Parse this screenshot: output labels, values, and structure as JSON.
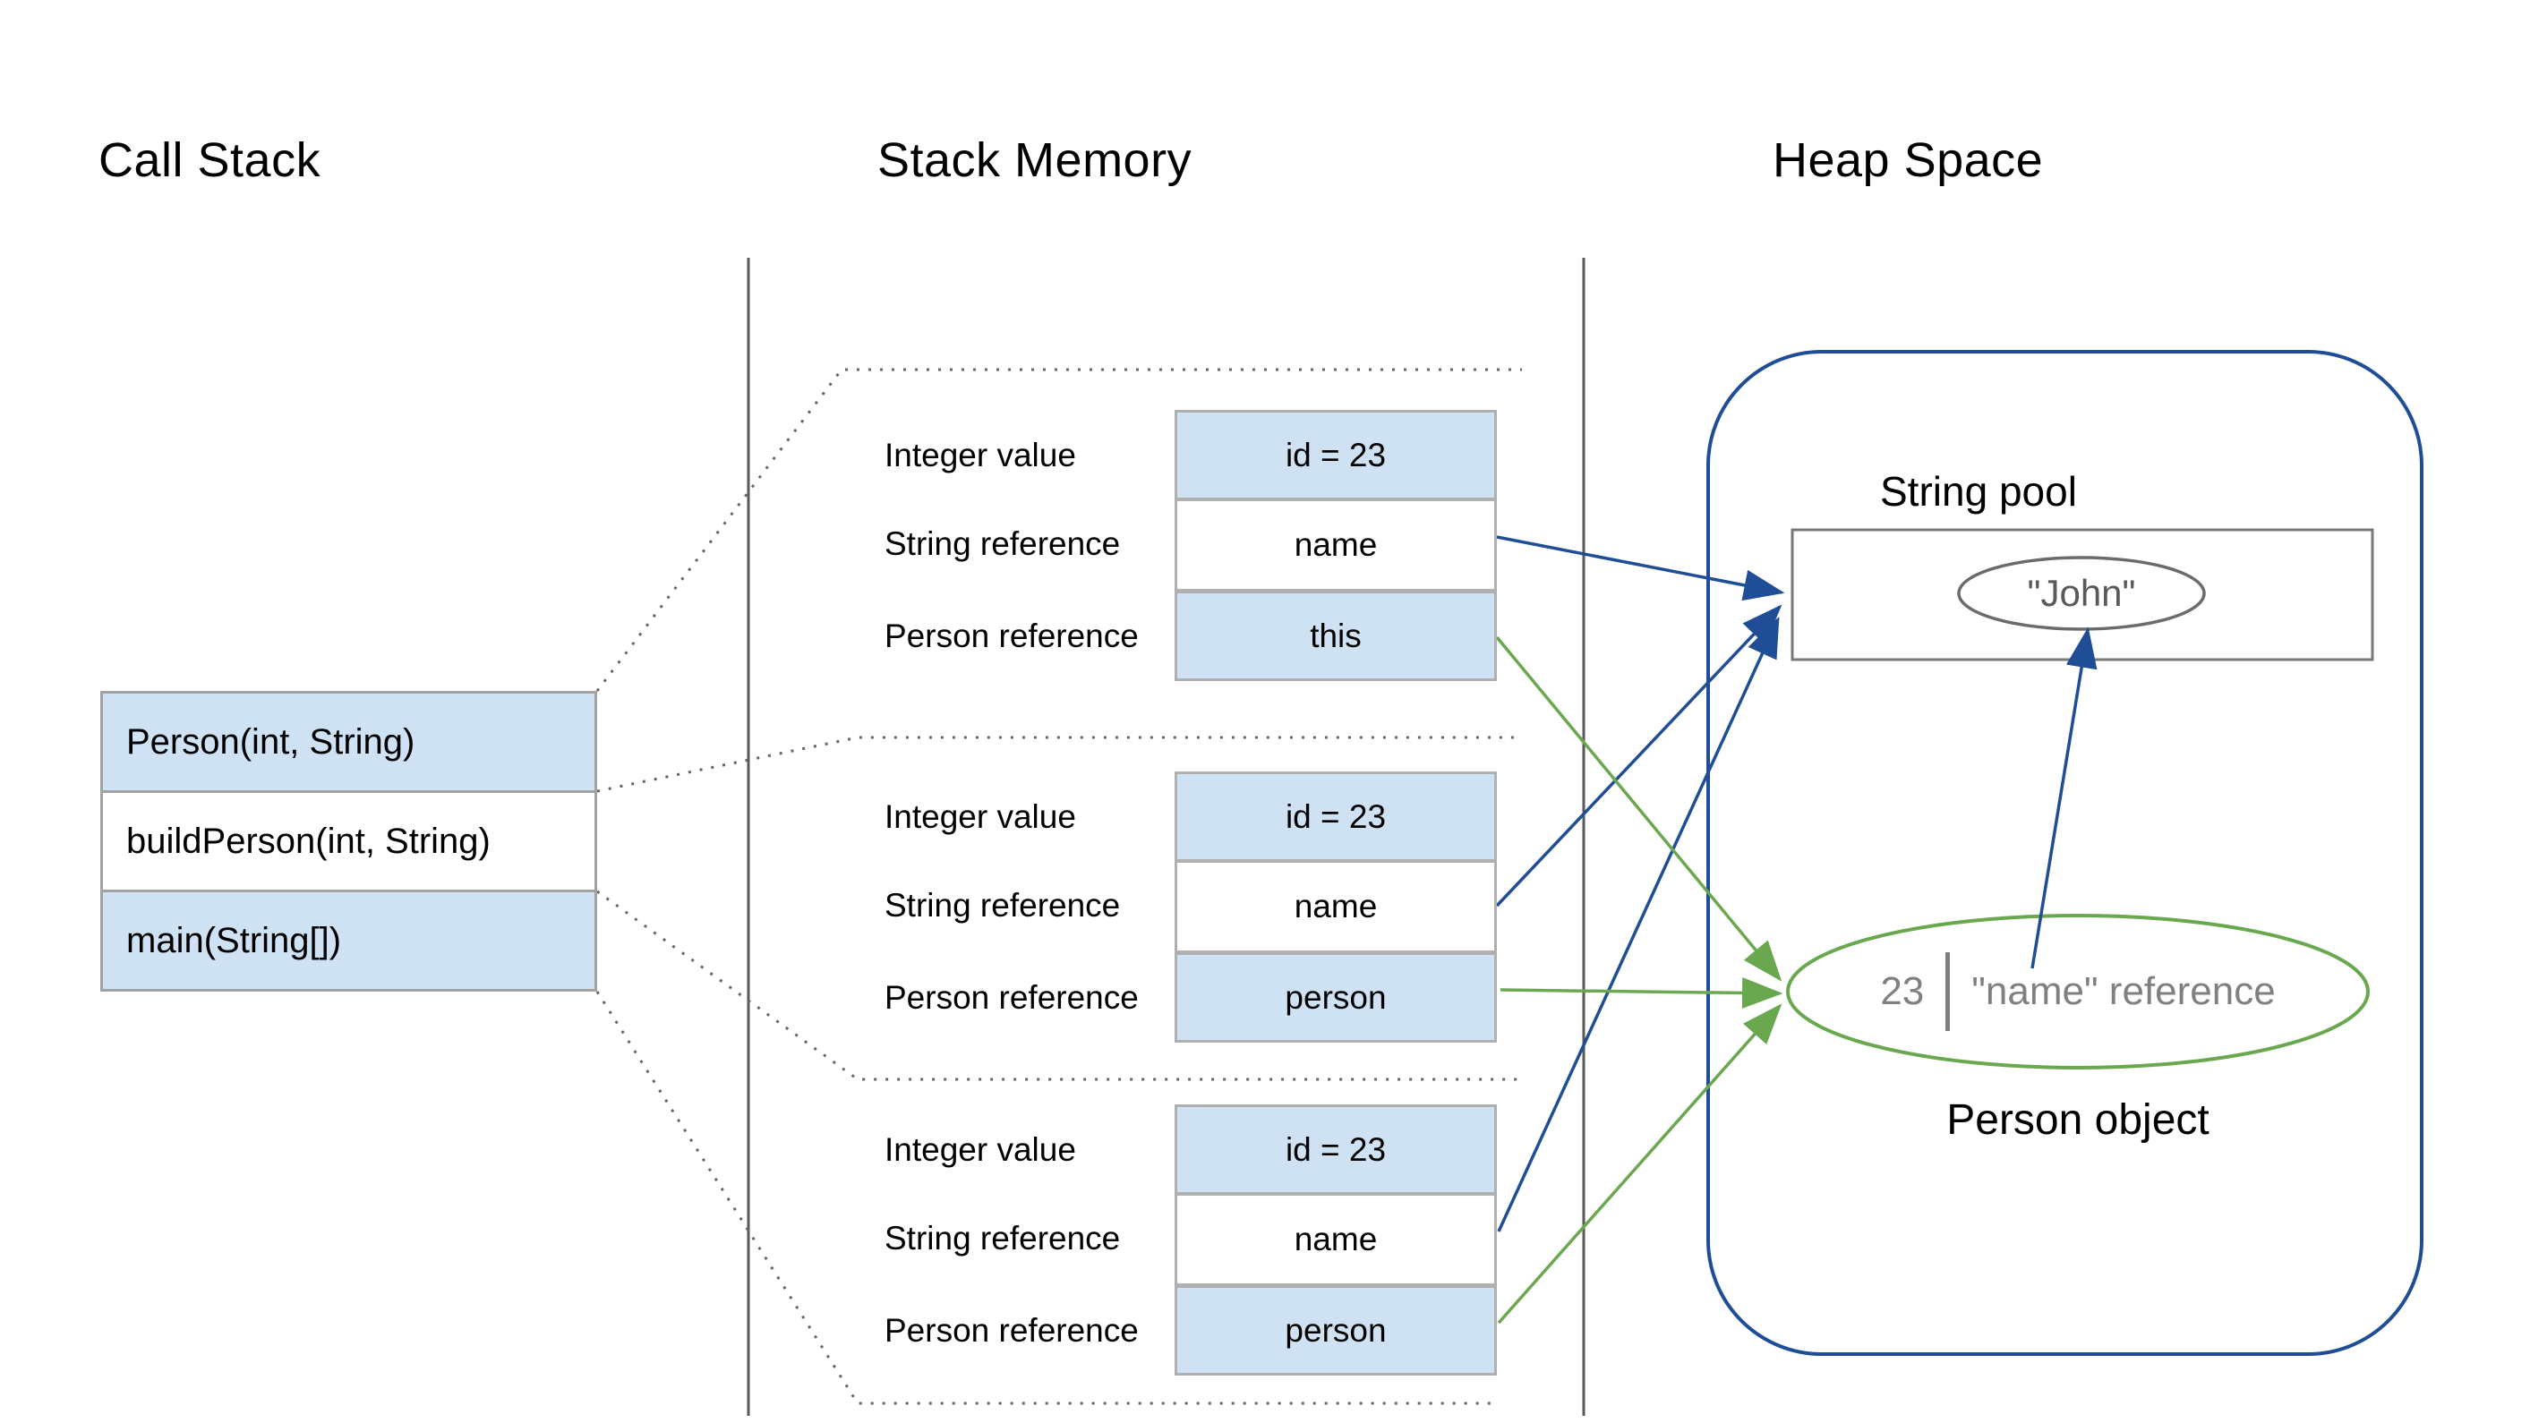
{
  "titles": {
    "call_stack": "Call Stack",
    "stack_memory": "Stack Memory",
    "heap_space": "Heap Space"
  },
  "call_stack": {
    "frames": [
      {
        "label": "Person(int, String)"
      },
      {
        "label": "buildPerson(int, String)"
      },
      {
        "label": "main(String[])"
      }
    ]
  },
  "stack_memory": {
    "frames": [
      {
        "rows": [
          {
            "label": "Integer value",
            "value": "id = 23"
          },
          {
            "label": "String reference",
            "value": "name"
          },
          {
            "label": "Person reference",
            "value": "this"
          }
        ]
      },
      {
        "rows": [
          {
            "label": "Integer value",
            "value": "id = 23"
          },
          {
            "label": "String reference",
            "value": "name"
          },
          {
            "label": "Person reference",
            "value": "person"
          }
        ]
      },
      {
        "rows": [
          {
            "label": "Integer value",
            "value": "id = 23"
          },
          {
            "label": "String reference",
            "value": "name"
          },
          {
            "label": "Person reference",
            "value": "person"
          }
        ]
      }
    ]
  },
  "heap": {
    "string_pool": {
      "label": "String pool",
      "value": "\"John\""
    },
    "person_object": {
      "label": "Person object",
      "id_value": "23",
      "name_ref": "\"name\" reference"
    }
  },
  "colors": {
    "accent_blue": "#1f4e96",
    "accent_green": "#6aa84f",
    "cell_fill_blue": "#cfe2f3",
    "cell_border": "#b0b0b0",
    "divider_gray": "#595959",
    "dotted_gray": "#666666",
    "shape_border_gray": "#6b6b6b",
    "text_gray": "#595959",
    "ref_text_gray": "#808080"
  }
}
